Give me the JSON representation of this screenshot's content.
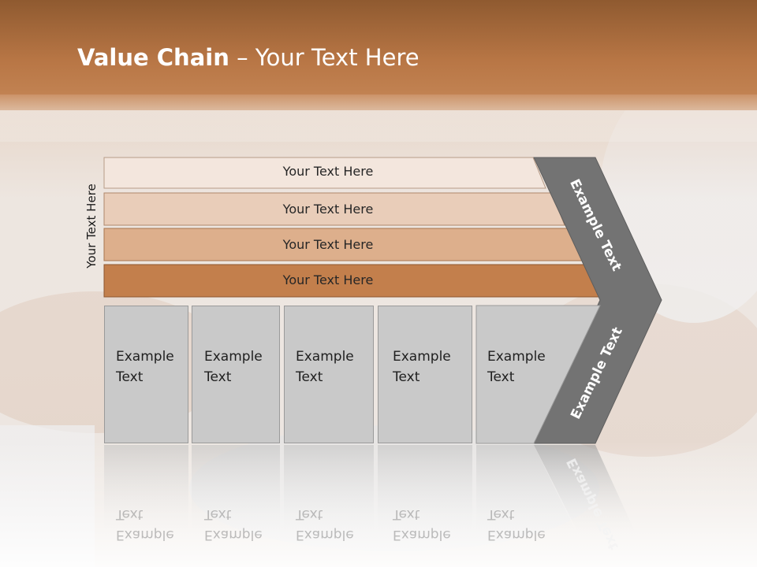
{
  "slide": {
    "title_bold": "Value Chain",
    "title_rest": " – Your Text Here",
    "side_label": "Your Text Here",
    "bars": [
      {
        "label": "Your Text Here"
      },
      {
        "label": "Your Text Here"
      },
      {
        "label": "Your Text Here"
      },
      {
        "label": "Your Text Here"
      }
    ],
    "boxes": [
      {
        "line1": "Example",
        "line2": "Text"
      },
      {
        "line1": "Example",
        "line2": "Text"
      },
      {
        "line1": "Example",
        "line2": "Text"
      },
      {
        "line1": "Example",
        "line2": "Text"
      },
      {
        "line1": "Example",
        "line2": "Text"
      }
    ],
    "chevron_top": "Example Text",
    "chevron_bottom": "Example Text"
  },
  "colors": {
    "header_band": "#a8683a",
    "bar_1": "#f3e6dd",
    "bar_2": "#e9cdb9",
    "bar_3": "#ddaf8c",
    "bar_4": "#c37f4c",
    "chevron": "#737373",
    "box": "#c9c9c9"
  }
}
